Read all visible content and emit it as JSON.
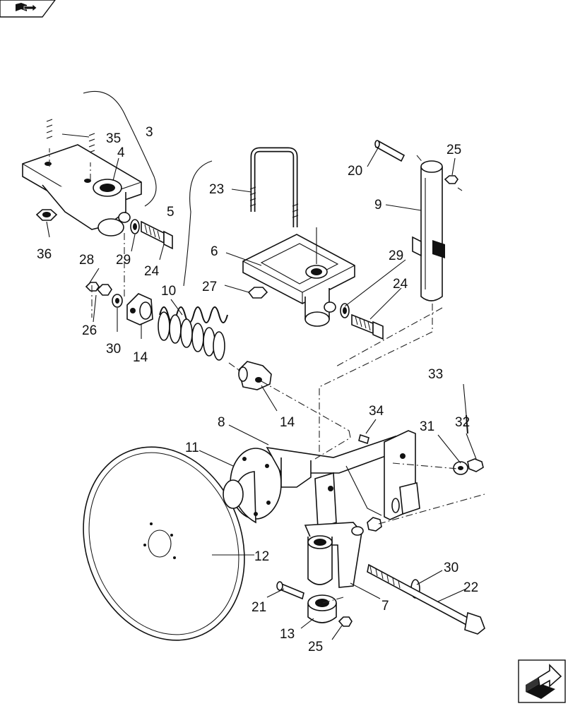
{
  "header": {
    "nav_back_icon": "book-arrow-icon",
    "nav_next_icon": "forward-arrow-icon"
  },
  "callouts": {
    "c3": "3",
    "c4": "4",
    "c35": "35",
    "c36": "36",
    "c29a": "29",
    "c24a": "24",
    "c23": "23",
    "c5": "5",
    "c6": "6",
    "c27": "27",
    "c20": "20",
    "c25a": "25",
    "c9": "9",
    "c29b": "29",
    "c24b": "24",
    "c28": "28",
    "c26": "26",
    "c30a": "30",
    "c14a": "14",
    "c10": "10",
    "c14b": "14",
    "c33": "33",
    "c34": "34",
    "c31": "31",
    "c32": "32",
    "c8": "8",
    "c11": "11",
    "c12": "12",
    "c30b": "30",
    "c22": "22",
    "c21": "21",
    "c7": "7",
    "c13": "13",
    "c25b": "25"
  }
}
